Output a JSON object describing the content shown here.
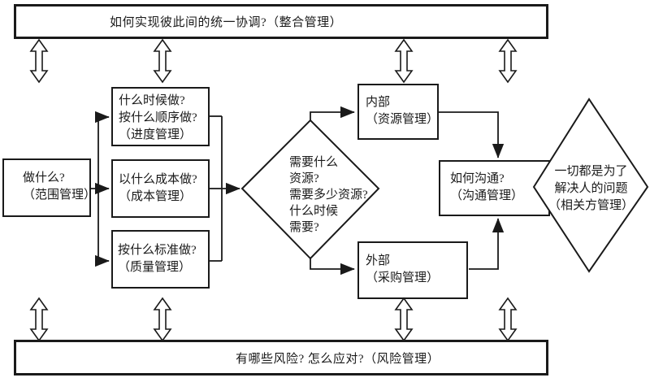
{
  "top_bar": {
    "text": "如何实现彼此间的统一协调?（整合管理）"
  },
  "bottom_bar": {
    "text": "有哪些风险? 怎么应对?（风险管理）"
  },
  "boxes": {
    "scope": {
      "lines": [
        "做什么?",
        "（范围管理）"
      ]
    },
    "schedule": {
      "lines": [
        "什么时候做?",
        "按什么顺序做?",
        "（进度管理）"
      ]
    },
    "cost": {
      "lines": [
        "以什么成本做?",
        "（成本管理）"
      ]
    },
    "quality": {
      "lines": [
        "按什么标准做?",
        "（质量管理）"
      ]
    },
    "internal": {
      "lines": [
        "内部",
        "（资源管理）"
      ]
    },
    "external": {
      "lines": [
        "外部",
        "（采购管理）"
      ]
    },
    "communication": {
      "lines": [
        "如何沟通?",
        "（沟通管理）"
      ]
    }
  },
  "diamonds": {
    "resources": {
      "lines": [
        "需要什么",
        "资源?",
        "需要多少资源?",
        "什么时候",
        "需要?"
      ]
    },
    "stakeholder": {
      "lines": [
        "一切都是为了",
        "解决人的问题",
        "（相关方管理）"
      ]
    }
  },
  "colors": {
    "line": "#1a1a1a",
    "background": "#ffffff"
  }
}
